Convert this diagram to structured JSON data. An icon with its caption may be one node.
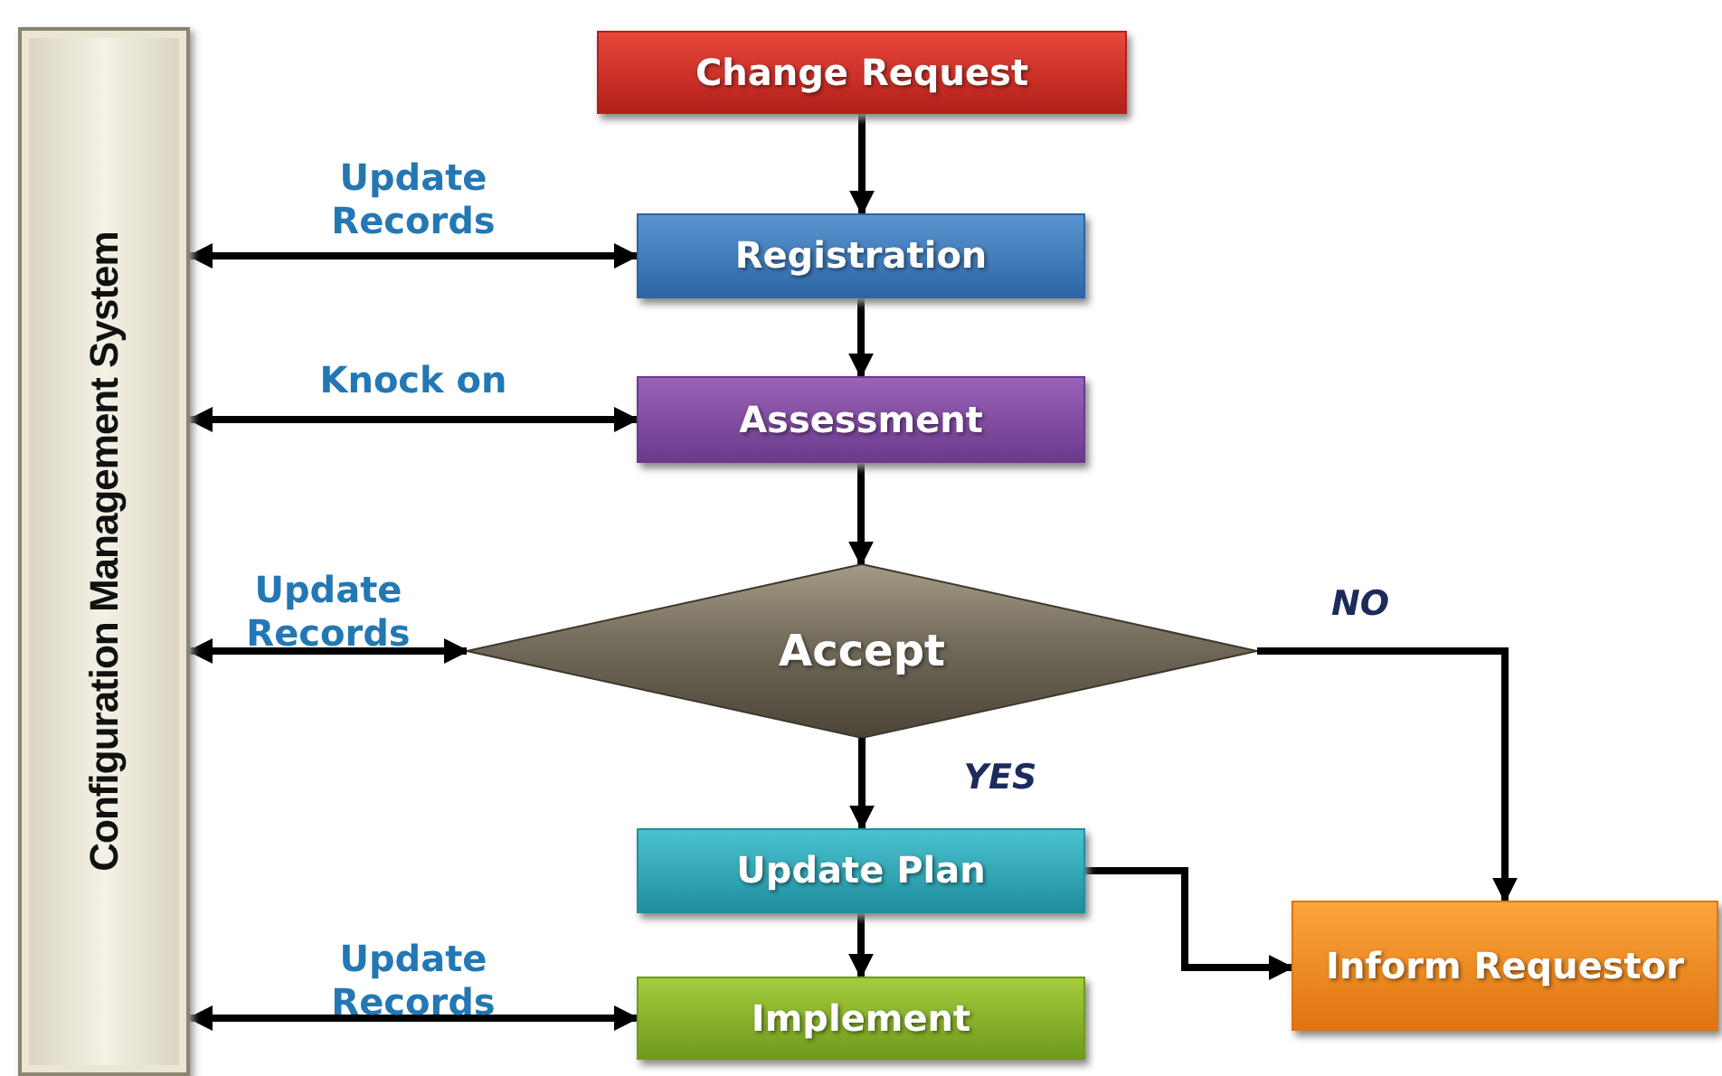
{
  "diagram": {
    "nodes": [
      {
        "text": [
          "Configuration Management System"
        ]
      },
      {
        "text": [
          "Change Request"
        ]
      },
      {
        "text": [
          "Registration"
        ]
      },
      {
        "text": [
          "Assessment"
        ]
      },
      {
        "text": [
          "Accept"
        ]
      },
      {
        "text": [
          "Update Plan"
        ]
      },
      {
        "text": [
          "Implement"
        ]
      },
      {
        "text": [
          "Inform Requestor"
        ]
      }
    ],
    "edges": [
      {
        "from": 1,
        "to": 2,
        "arrow": "to"
      },
      {
        "from": 2,
        "to": 3,
        "arrow": "to"
      },
      {
        "from": 3,
        "to": 4,
        "arrow": "to"
      },
      {
        "from": 4,
        "to": 7,
        "arrow": "to",
        "label": "NO"
      },
      {
        "from": 4,
        "to": 5,
        "arrow": "to",
        "label": "YES"
      },
      {
        "from": 5,
        "to": 7,
        "arrow": "to"
      },
      {
        "from": 5,
        "to": 6,
        "arrow": "to"
      },
      {
        "from": 0,
        "to": 2,
        "arrow": "both",
        "label": "Update Records"
      },
      {
        "from": 0,
        "to": 3,
        "arrow": "both",
        "label": "Knock on"
      },
      {
        "from": 0,
        "to": 4,
        "arrow": "both",
        "label": "Update Records"
      },
      {
        "from": 0,
        "to": 6,
        "arrow": "both",
        "label": "Update Records"
      }
    ]
  }
}
